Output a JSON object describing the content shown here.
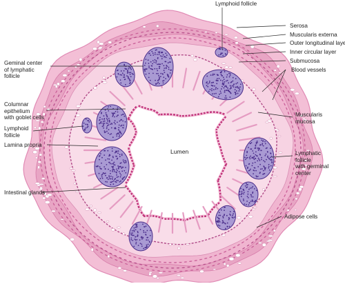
{
  "labels": {
    "lymphoid_follicle_top": "Lymphoid follicle",
    "serosa": "Serosa",
    "muscularis_externa": "Muscularis externa",
    "outer_longitudinal": "Outer longitudinal layer",
    "inner_circular": "Inner circular layer",
    "submucosa": "Submucosa",
    "blood_vessels": "Blood vessels",
    "germinal_center": [
      "Geminal center",
      "of lymphatic",
      "follicle"
    ],
    "columnar_epithelium": [
      "Columnar",
      "epithelium",
      "with goblet cells"
    ],
    "lymphoid_follicle_left": [
      "Lymphoid",
      "follicle"
    ],
    "lamina_propria": "Lamina propria",
    "muscularis_mucosa": [
      "Muscularis",
      "mucosa"
    ],
    "lumen": "Lumen",
    "lymphatic_follicle_right": [
      "Lymphatic",
      "follicle",
      "with germinal",
      "center"
    ],
    "intestinal_glands": "Intestinal glands",
    "adipose_cells": "Adipose cells"
  },
  "colors": {
    "outer_tissue": "#f3bfd6",
    "muscle_band": "#e8a5c4",
    "submucosa": "#f7d3e3",
    "mucosa": "#f9dde9",
    "epithelium": "#c2387e",
    "follicle": "#4a2c8a",
    "follicle_bg": "#a99ad3",
    "lumen": "#ffffff",
    "leader_line": "#222222"
  }
}
